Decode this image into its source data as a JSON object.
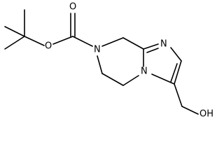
{
  "molecule": {
    "atom_labels": {
      "carbonyl_oxygen": "O",
      "ester_oxygen": "O",
      "ring_nitrogen_7": "N",
      "imidazole_nitrogen": "N",
      "bridgehead_nitrogen": "N",
      "hydroxyl": "OH"
    }
  }
}
